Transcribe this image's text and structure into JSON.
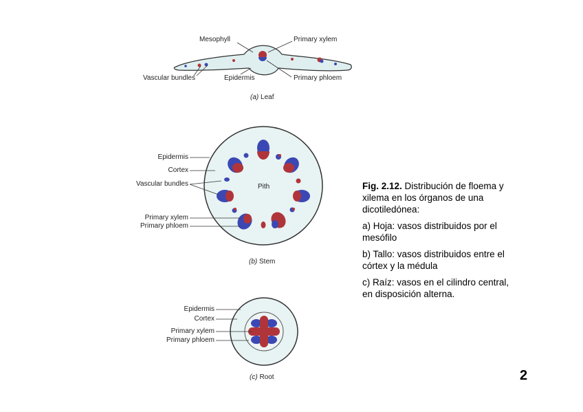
{
  "leaf": {
    "labels": {
      "mesophyll": "Mesophyll",
      "primary_xylem": "Primary xylem",
      "vascular_bundles": "Vascular bundles",
      "epidermis": "Epidermis",
      "primary_phloem": "Primary phloem"
    },
    "caption_letter": "(a)",
    "caption_text": "Leaf"
  },
  "stem": {
    "labels": {
      "epidermis": "Epidermis",
      "cortex": "Cortex",
      "vascular_bundles": "Vascular bundles",
      "pith": "Pith",
      "primary_xylem": "Primary xylem",
      "primary_phloem": "Primary phloem"
    },
    "caption_letter": "(b)",
    "caption_text": "Stem"
  },
  "root": {
    "labels": {
      "epidermis": "Epidermis",
      "cortex": "Cortex",
      "primary_xylem": "Primary xylem",
      "primary_phloem": "Primary phloem"
    },
    "caption_letter": "(c)",
    "caption_text": "Root"
  },
  "caption": {
    "fig_label": "Fig. 2.12.",
    "fig_text": " Distribución de floema y xilema en los órganos de una dicotiledónea:",
    "items": [
      "a) Hoja: vasos distribuidos por el mesófilo",
      "b) Tallo: vasos distribuidos entre el córtex y la médula",
      "c) Raíz: vasos en el cilindro central, en disposición alterna."
    ]
  },
  "page_number": "2",
  "colors": {
    "xylem": "#b0353a",
    "phloem": "#3b48b4",
    "tissue": "#dfeff0",
    "outline": "#333333"
  }
}
